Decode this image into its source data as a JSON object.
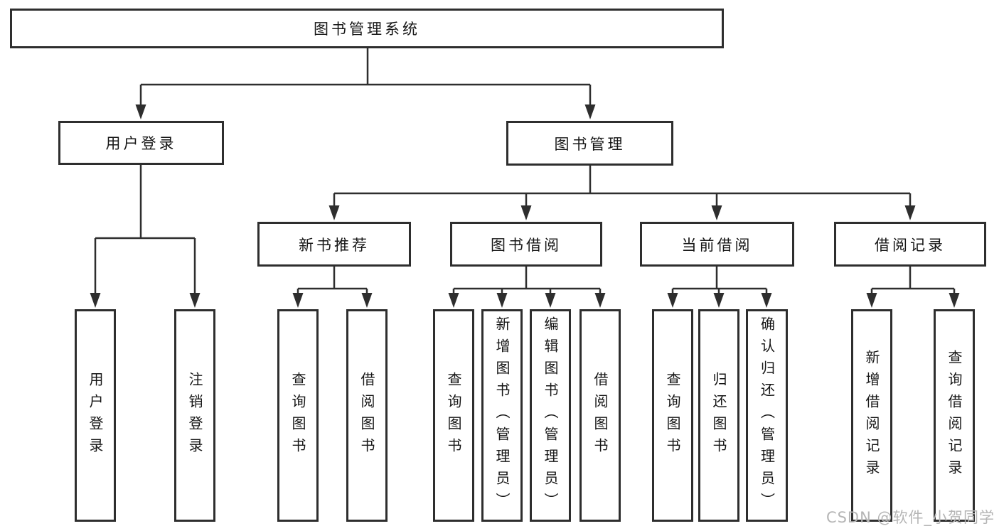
{
  "diagram": {
    "root": {
      "label": "图书管理系统"
    },
    "level2": [
      {
        "label": "用户登录"
      },
      {
        "label": "图书管理"
      }
    ],
    "level3": [
      {
        "label": "新书推荐"
      },
      {
        "label": "图书借阅"
      },
      {
        "label": "当前借阅"
      },
      {
        "label": "借阅记录"
      }
    ],
    "leaves": {
      "user_login": [
        {
          "label": "用户登录"
        },
        {
          "label": "注销登录"
        }
      ],
      "new_book": [
        {
          "label": "查询图书"
        },
        {
          "label": "借阅图书"
        }
      ],
      "book_borrow": [
        {
          "label": "查询图书"
        },
        {
          "label": "新增图书（管理员）"
        },
        {
          "label": "编辑图书（管理员）"
        },
        {
          "label": "借阅图书"
        }
      ],
      "current_borrow": [
        {
          "label": "查询图书"
        },
        {
          "label": "归还图书"
        },
        {
          "label": "确认归还（管理员）"
        }
      ],
      "borrow_record": [
        {
          "label": "新增借阅记录"
        },
        {
          "label": "查询借阅记录"
        }
      ]
    }
  },
  "watermark": {
    "label": "CSDN @软件_小贺同学"
  },
  "colors": {
    "line": "#2e2e2e",
    "text": "#161616",
    "box_background": "#ffffff",
    "page_background": "#ffffff",
    "watermark": "#b5b5b5"
  }
}
